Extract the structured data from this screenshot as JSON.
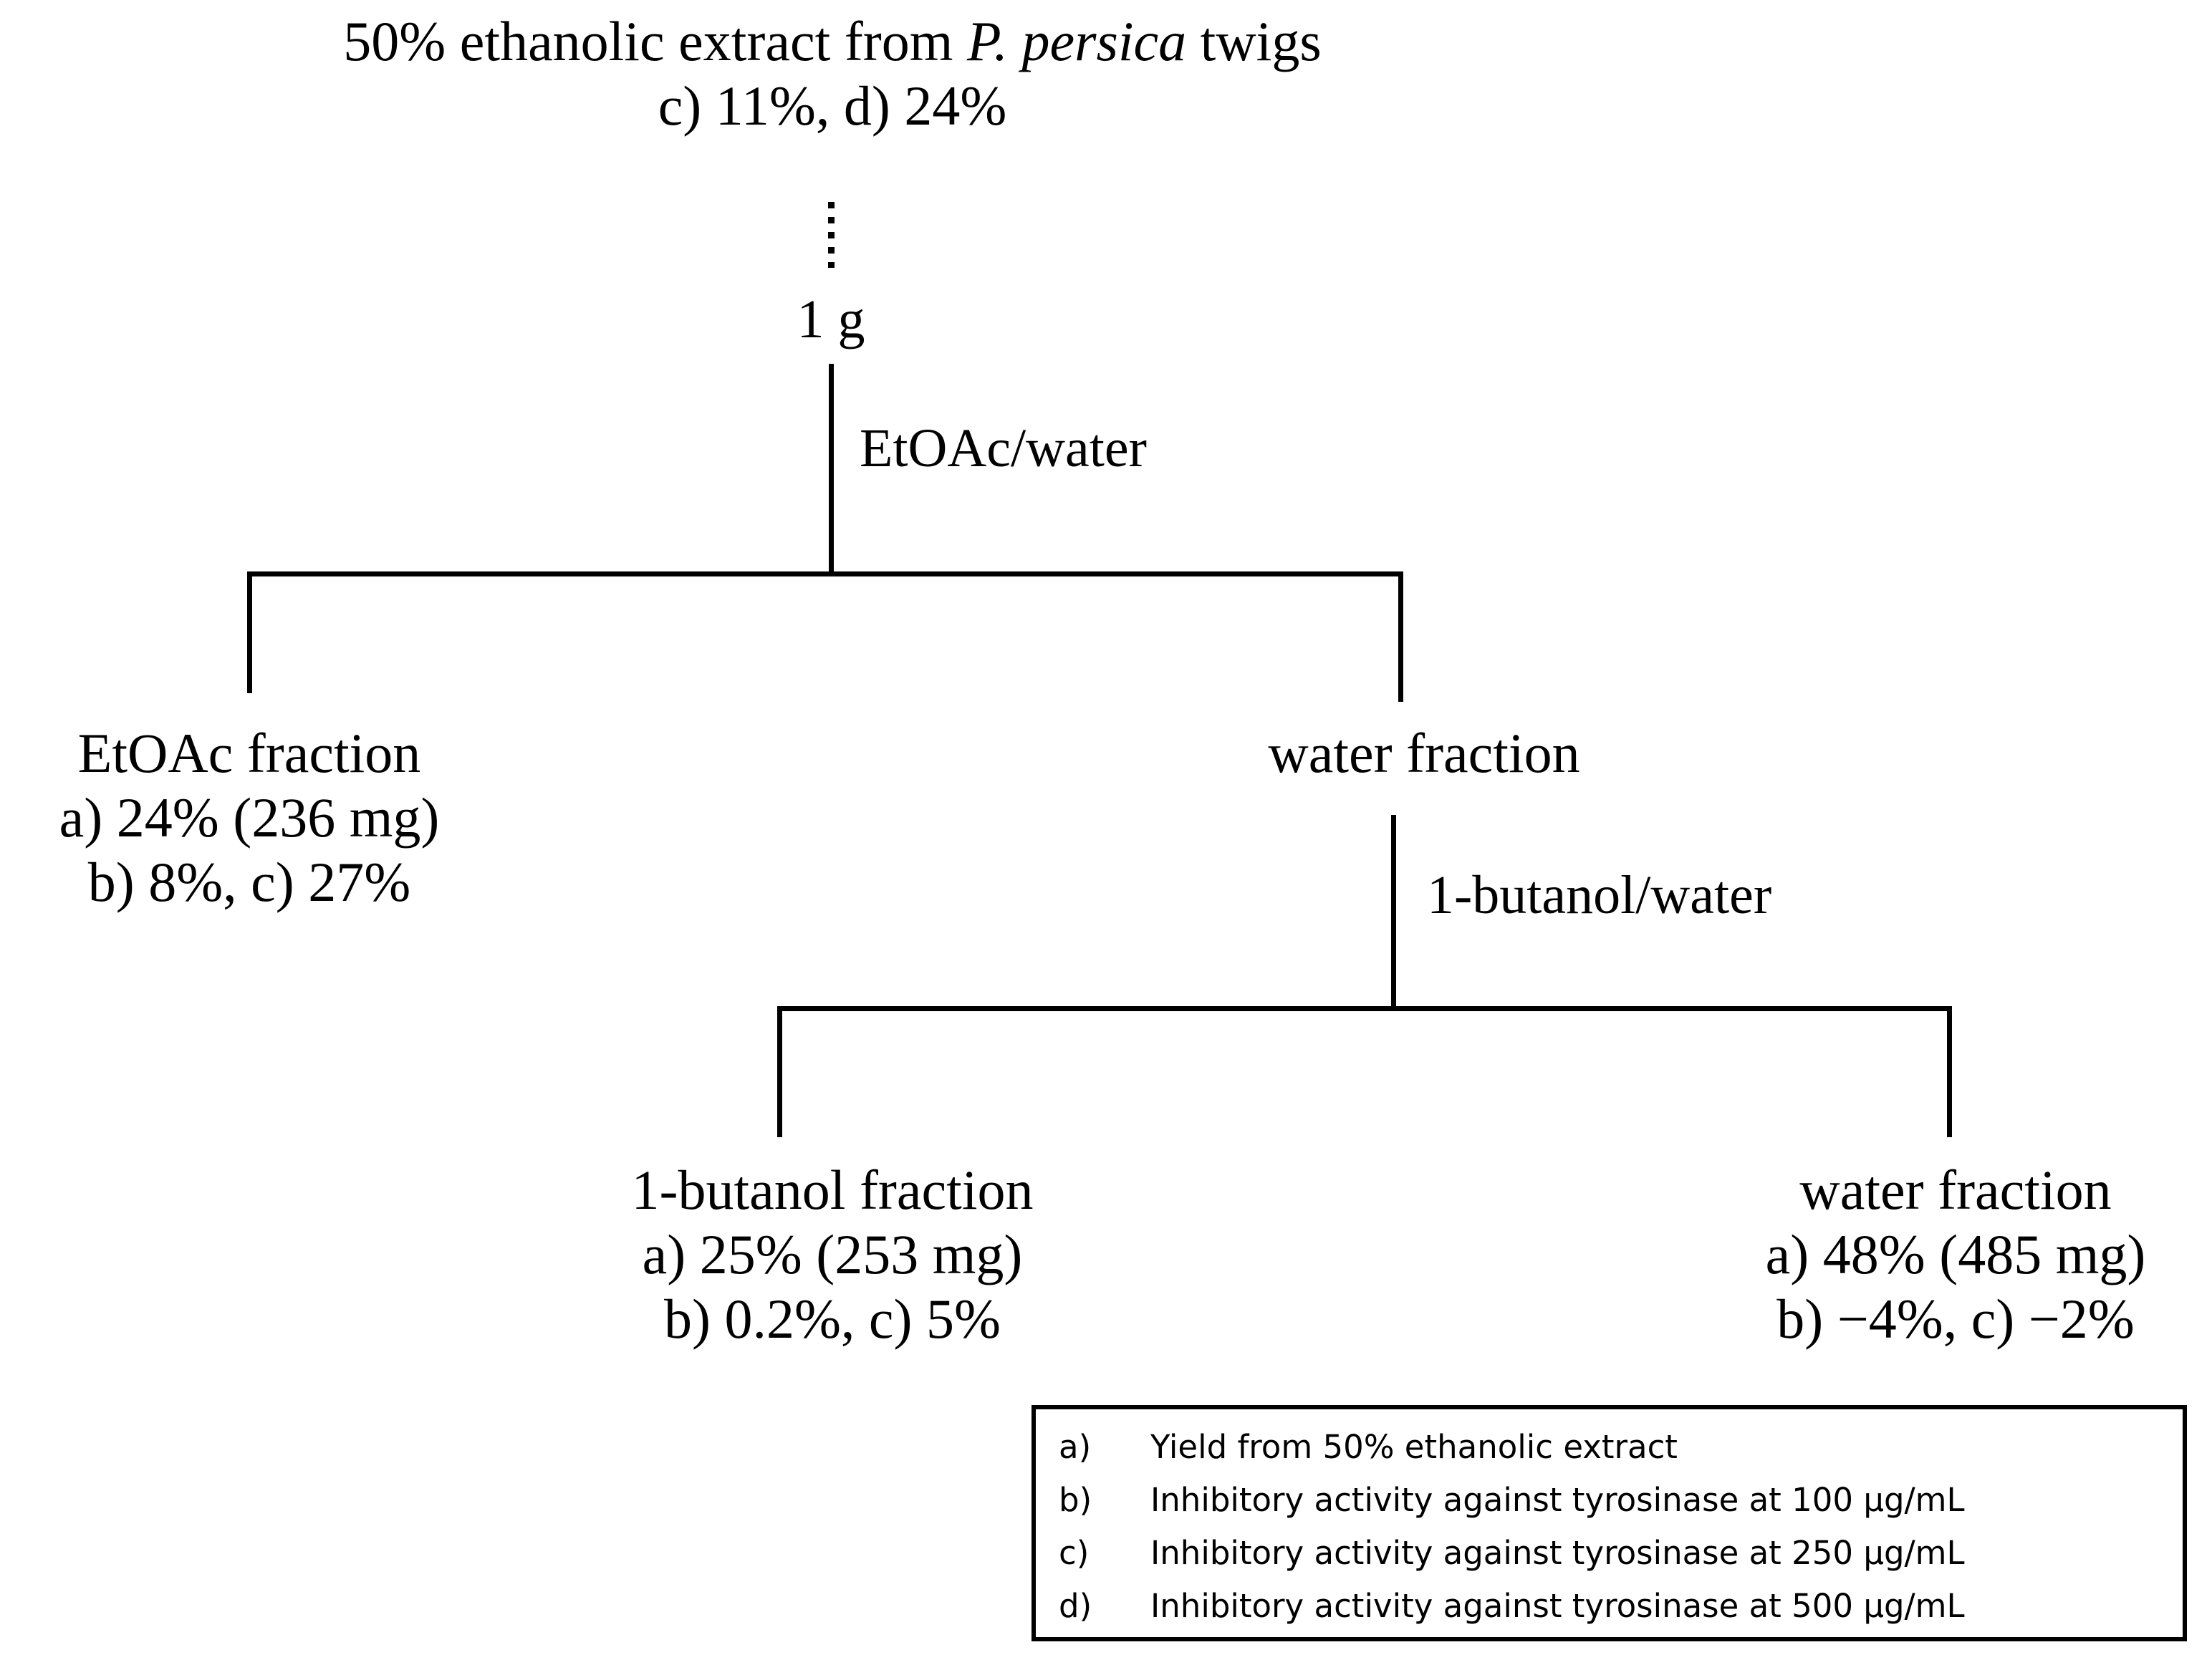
{
  "diagram": {
    "title_line1_pre": "50% ethanolic extract from ",
    "title_line1_italic": "P. persica",
    "title_line1_post": " twigs",
    "title_line2": "c) 11%, d) 24%",
    "mass_label": "1 g",
    "edge_label_1": "EtOAc/water",
    "edge_label_2": "1-butanol/water",
    "nodes": {
      "etoac_fraction": {
        "name": "EtOAc fraction",
        "line_a": "a) 24% (236 mg)",
        "line_b": "b) 8%, c) 27%"
      },
      "water_fraction_mid": {
        "name": "water fraction"
      },
      "butanol_fraction": {
        "name": "1-butanol fraction",
        "line_a": "a) 25% (253 mg)",
        "line_b": "b) 0.2%, c) 5%"
      },
      "water_fraction_final": {
        "name": "water fraction",
        "line_a": "a) 48% (485 mg)",
        "line_b": "b) −4%, c) −2%"
      }
    }
  },
  "legend": {
    "items": [
      {
        "key": "a)",
        "text": "Yield from 50% ethanolic extract"
      },
      {
        "key": "b)",
        "text": "Inhibitory activity against tyrosinase at 100 µg/mL"
      },
      {
        "key": "c)",
        "text": "Inhibitory activity against tyrosinase at 250 µg/mL"
      },
      {
        "key": "d)",
        "text": "Inhibitory activity against tyrosinase at 500 µg/mL"
      }
    ]
  },
  "colors": {
    "ink": "#000000",
    "background": "#ffffff"
  },
  "chart_data": {
    "type": "diagram",
    "title": "Solvent fractionation scheme of 50% ethanolic extract from P. persica twigs",
    "root": {
      "label": "50% ethanolic extract from P. persica twigs",
      "inhibition_250": 11,
      "inhibition_500": 24,
      "amount_loaded": "1 g"
    },
    "partitions": [
      {
        "solvent_system": "EtOAc/water",
        "products": [
          {
            "label": "EtOAc fraction",
            "yield_pct": 24,
            "mass_mg": 236,
            "inhibition_100": 8,
            "inhibition_250": 27
          },
          {
            "label": "water fraction",
            "yield_pct": null,
            "mass_mg": null
          }
        ]
      },
      {
        "solvent_system": "1-butanol/water",
        "products": [
          {
            "label": "1-butanol fraction",
            "yield_pct": 25,
            "mass_mg": 253,
            "inhibition_100": 0.2,
            "inhibition_250": 5
          },
          {
            "label": "water fraction",
            "yield_pct": 48,
            "mass_mg": 485,
            "inhibition_100": -4,
            "inhibition_250": -2
          }
        ]
      }
    ],
    "footnotes": {
      "a": "Yield from 50% ethanolic extract",
      "b": "Inhibitory activity against tyrosinase at 100 µg/mL",
      "c": "Inhibitory activity against tyrosinase at 250 µg/mL",
      "d": "Inhibitory activity against tyrosinase at 500 µg/mL"
    }
  }
}
